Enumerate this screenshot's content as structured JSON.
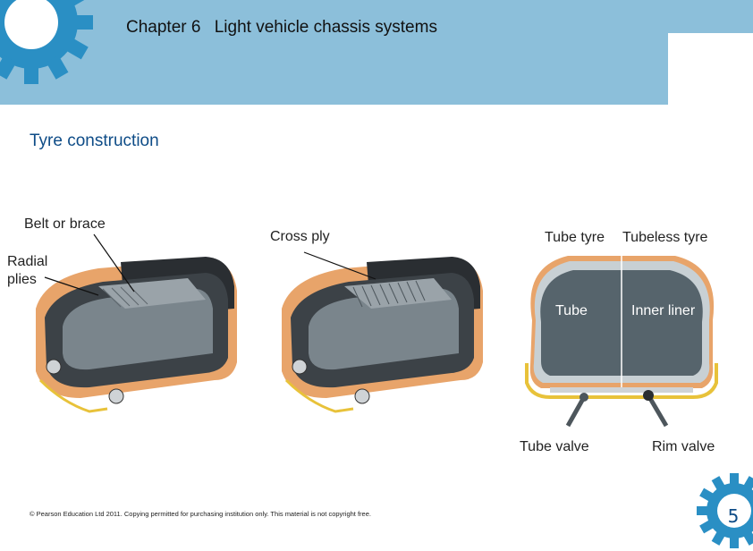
{
  "header": {
    "chapter": "Chapter 6",
    "title": "Light vehicle chassis systems"
  },
  "slide": {
    "title": "Tyre construction"
  },
  "labels": {
    "belt_or_brace": "Belt or brace",
    "radial": "Radial",
    "plies": "plies",
    "cross_ply": "Cross ply",
    "tube_tyre": "Tube tyre",
    "tubeless_tyre": "Tubeless tyre",
    "tube": "Tube",
    "inner_liner": "Inner liner",
    "tube_valve": "Tube valve",
    "rim_valve": "Rim valve"
  },
  "footer": {
    "copyright": "© Pearson Education Ltd 2011. Copying permitted for purchasing institution only. This material is not copyright free.",
    "page_number": "5"
  },
  "colors": {
    "header_band": "#8cbfda",
    "gear": "#2a8fc4",
    "title_blue": "#0e4c87",
    "rubber": "#3c4247",
    "tread": "#2a2e32",
    "ply_orange": "#e8a46a",
    "rim_yellow": "#e8c23a",
    "tube_fill": "#56646c"
  },
  "icons": {
    "header_gear": "gear-icon",
    "footer_gear": "gear-icon"
  }
}
